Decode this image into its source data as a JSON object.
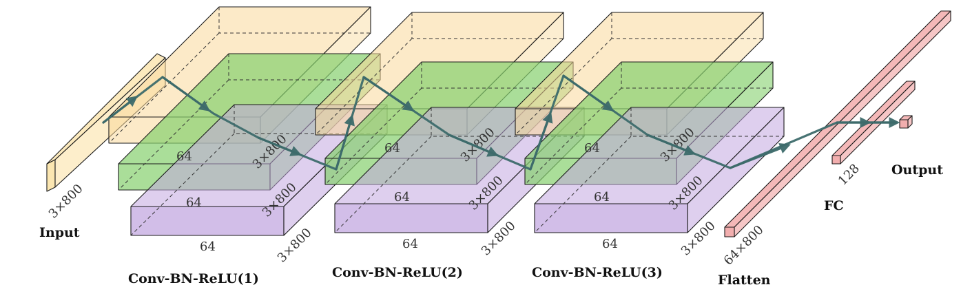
{
  "colors": {
    "input": "#fbe3a8",
    "orange": "#f9d99a",
    "green": "#86d06e",
    "purple": "#c3a8e0",
    "pink": "#f0a0a0",
    "arrow": "#3d6b6b"
  },
  "labels": {
    "input": "Input",
    "block1": "Conv-BN-ReLU(1)",
    "block2": "Conv-BN-ReLU(2)",
    "block3": "Conv-BN-ReLU(3)",
    "flatten": "Flatten",
    "fc": "FC",
    "output": "Output"
  },
  "dims": {
    "input_size": "3×800",
    "block1_green_depth": "64",
    "block1_green_len": "3×800",
    "block1_purple_depth": "64",
    "block1_purple_len": "3×800",
    "block1_base_depth": "64",
    "block1_base_len": "3×800",
    "block2_green_depth": "64",
    "block2_green_len": "3×800",
    "block2_purple_depth": "64",
    "block2_purple_len": "3×800",
    "block2_base_depth": "64",
    "block2_base_len": "3×800",
    "block3_green_depth": "64",
    "block3_green_len": "3×800",
    "block3_purple_depth": "64",
    "block3_purple_len": "3×800",
    "block3_base_depth": "64",
    "block3_base_len": "3×800",
    "flatten_size": "64×800",
    "fc_size": "128"
  }
}
